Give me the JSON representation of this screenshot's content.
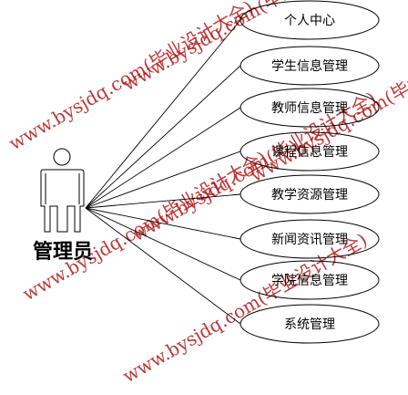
{
  "actor": {
    "label": "管理员"
  },
  "use_cases": [
    {
      "label": "个人中心"
    },
    {
      "label": "学生信息管理"
    },
    {
      "label": "教师信息管理"
    },
    {
      "label": "课程信息管理"
    },
    {
      "label": "教学资源管理"
    },
    {
      "label": "新闻资讯管理"
    },
    {
      "label": "学院信息管理"
    },
    {
      "label": "系统管理"
    }
  ],
  "watermark": {
    "text": "www.bysjdq.com(毕业设计大全)"
  },
  "colors": {
    "line": "#000000",
    "watermark": "#b01818",
    "background": "#ffffff"
  }
}
